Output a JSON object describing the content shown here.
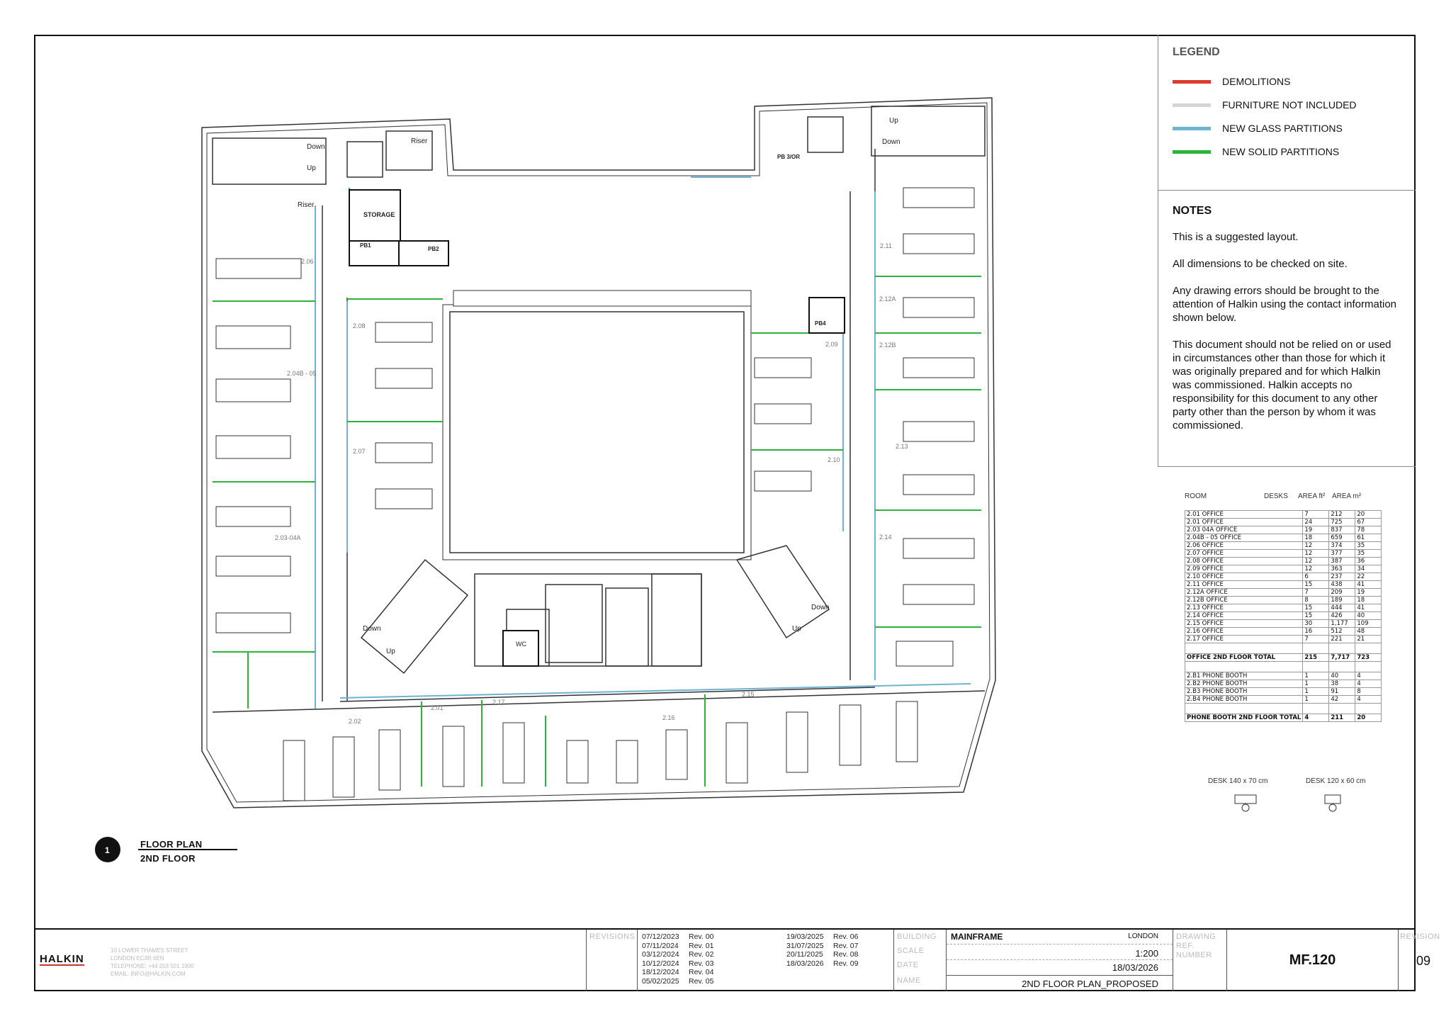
{
  "legend": {
    "title": "LEGEND",
    "items": [
      {
        "label": "DEMOLITIONS",
        "color": "#e03a2a"
      },
      {
        "label": "FURNITURE NOT INCLUDED",
        "color": "#d4d4d4"
      },
      {
        "label": "NEW GLASS PARTITIONS",
        "color": "#6eb4d0"
      },
      {
        "label": "NEW SOLID PARTITIONS",
        "color": "#2db33a"
      }
    ]
  },
  "notes": {
    "title": "NOTES",
    "items": [
      "This is a suggested layout.",
      "All dimensions to be checked on site.",
      "Any drawing errors should be brought to the attention of Halkin using the contact information shown below.",
      "This document should not be relied on or used in circumstances other than those for which it was originally prepared and for which Halkin was commissioned. Halkin accepts no responsibility for this document to any other party other than the person by whom it was commissioned."
    ]
  },
  "area_table": {
    "headers": [
      "ROOM",
      "DESKS",
      "AREA ft²",
      "AREA m²"
    ],
    "rows": [
      [
        "2.01 OFFICE",
        "7",
        "212",
        "20"
      ],
      [
        "2.01 OFFICE",
        "24",
        "725",
        "67"
      ],
      [
        "2.03 04A OFFICE",
        "19",
        "837",
        "78"
      ],
      [
        "2.04B - 05 OFFICE",
        "18",
        "659",
        "61"
      ],
      [
        "2.06 OFFICE",
        "12",
        "374",
        "35"
      ],
      [
        "2.07 OFFICE",
        "12",
        "377",
        "35"
      ],
      [
        "2.08 OFFICE",
        "12",
        "387",
        "36"
      ],
      [
        "2.09 OFFICE",
        "12",
        "363",
        "34"
      ],
      [
        "2.10 OFFICE",
        "6",
        "237",
        "22"
      ],
      [
        "2.11 OFFICE",
        "15",
        "438",
        "41"
      ],
      [
        "2.12A OFFICE",
        "7",
        "209",
        "19"
      ],
      [
        "2.12B OFFICE",
        "8",
        "189",
        "18"
      ],
      [
        "2.13 OFFICE",
        "15",
        "444",
        "41"
      ],
      [
        "2.14 OFFICE",
        "15",
        "426",
        "40"
      ],
      [
        "2.15 OFFICE",
        "30",
        "1,177",
        "109"
      ],
      [
        "2.16 OFFICE",
        "16",
        "512",
        "48"
      ],
      [
        "2.17 OFFICE",
        "7",
        "221",
        "21"
      ]
    ],
    "office_total": [
      "OFFICE 2ND FLOOR TOTAL",
      "215",
      "7,717",
      "723"
    ],
    "booths": [
      [
        "2.B1 PHONE BOOTH",
        "1",
        "40",
        "4"
      ],
      [
        "2.B2 PHONE BOOTH",
        "1",
        "38",
        "4"
      ],
      [
        "2.B3 PHONE BOOTH",
        "1",
        "91",
        "8"
      ],
      [
        "2.B4 PHONE BOOTH",
        "1",
        "42",
        "4"
      ]
    ],
    "booth_total": [
      "PHONE BOOTH 2ND FLOOR TOTAL",
      "4",
      "211",
      "20"
    ]
  },
  "desk_sizes": [
    "DESK 140 x 70 cm",
    "DESK 120 x 60 cm"
  ],
  "floor_label": {
    "number": "1",
    "line1": "FLOOR PLAN",
    "line2": "2ND FLOOR"
  },
  "plan_labels": {
    "down": "Down",
    "up": "Up",
    "riser": "Riser",
    "storage": "STORAGE",
    "pb1": "PB1",
    "pb2": "PB2",
    "pb3": "PB 3/OR",
    "pb4": "PB4",
    "wc": "WC",
    "rooms": [
      "2.06",
      "2.04B - 05",
      "2.03-04A",
      "2.08",
      "2.07",
      "2.09",
      "2.10",
      "2.11",
      "2.12A",
      "2.12B",
      "2.13",
      "2.14",
      "2.02",
      "2.01",
      "2.17",
      "2.16",
      "2.15"
    ]
  },
  "title_block": {
    "company": "HALKIN",
    "address": [
      "10 LOWER THAMES STREET",
      "LONDON    EC3R 6EN",
      "TELEPHONE: +44 203 501 1900",
      "EMAIL: INFO@HALKIN.COM"
    ],
    "revisions_label": "REVISIONS",
    "revisions": [
      [
        "07/12/2023",
        "Rev. 00"
      ],
      [
        "07/11/2024",
        "Rev. 01"
      ],
      [
        "03/12/2024",
        "Rev. 02"
      ],
      [
        "10/12/2024",
        "Rev. 03"
      ],
      [
        "18/12/2024",
        "Rev. 04"
      ],
      [
        "05/02/2025",
        "Rev. 05"
      ],
      [
        "19/03/2025",
        "Rev. 06"
      ],
      [
        "31/07/2025",
        "Rev. 07"
      ],
      [
        "20/11/2025",
        "Rev. 08"
      ],
      [
        "18/03/2026",
        "Rev. 09"
      ]
    ],
    "field_labels": [
      "BUILDING",
      "SCALE",
      "DATE",
      "NAME"
    ],
    "building": "MAINFRAME",
    "city": "LONDON",
    "scale": "1:200",
    "date": "18/03/2026",
    "name": "2ND FLOOR PLAN_PROPOSED",
    "drawing_ref_label": "DRAWING REF. NUMBER",
    "drawing_ref": "MF.120",
    "revision_label": "REVISION",
    "revision": "09"
  }
}
